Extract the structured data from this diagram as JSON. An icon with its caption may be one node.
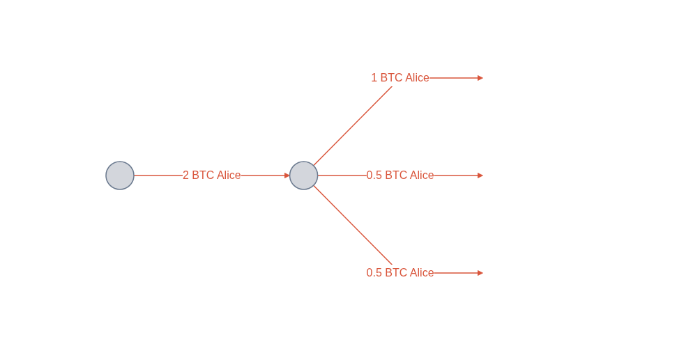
{
  "diagram": {
    "nodes": [
      {
        "text": [],
        "shape": "circle"
      },
      {
        "text": [],
        "shape": "circle"
      }
    ],
    "edges": [
      {
        "from": 0,
        "to": 1,
        "arrow": "to",
        "label": "2 BTC Alice"
      },
      {
        "from": 1,
        "to": null,
        "arrow": "to",
        "label": "1 BTC Alice"
      },
      {
        "from": 1,
        "to": null,
        "arrow": "to",
        "label": "0.5 BTC Alice"
      },
      {
        "from": 1,
        "to": null,
        "arrow": "to",
        "label": "0.5 BTC Alice"
      }
    ]
  }
}
